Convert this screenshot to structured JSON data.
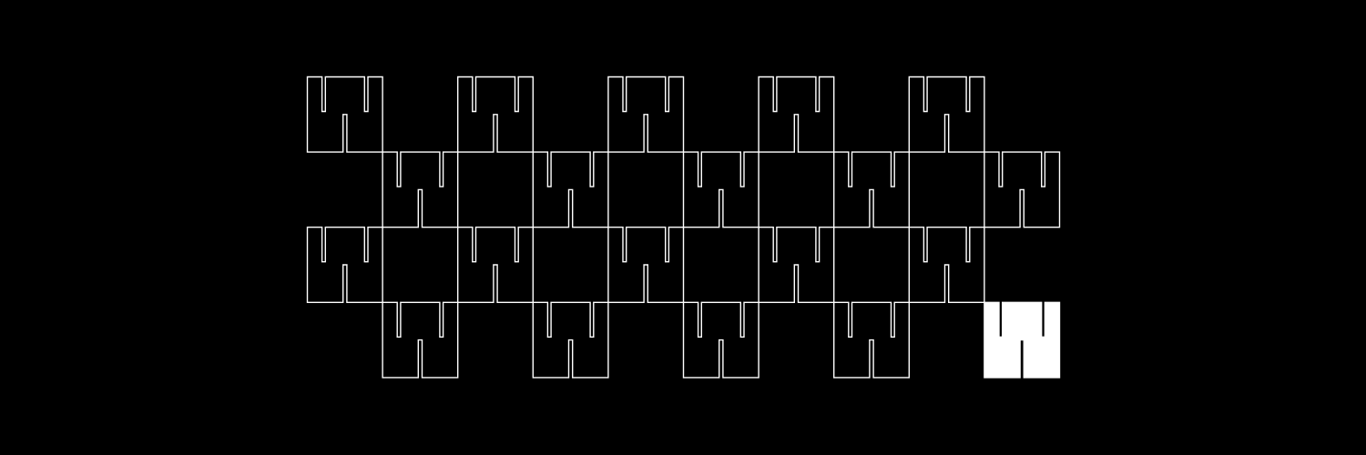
{
  "pattern": {
    "description_icon": "w-glyph-icon",
    "background_color": "#000000",
    "stroke_color": "#ffffff",
    "filled_color": "#ffffff",
    "rows": [
      {
        "row": 0,
        "columns": [
          0,
          2,
          4,
          6,
          8
        ],
        "filled": []
      },
      {
        "row": 1,
        "columns": [
          1,
          3,
          5,
          7,
          9
        ],
        "filled": []
      },
      {
        "row": 2,
        "columns": [
          0,
          2,
          4,
          6,
          8
        ],
        "filled": []
      },
      {
        "row": 3,
        "columns": [
          1,
          3,
          5,
          7,
          9
        ],
        "filled": [
          9
        ]
      }
    ]
  }
}
